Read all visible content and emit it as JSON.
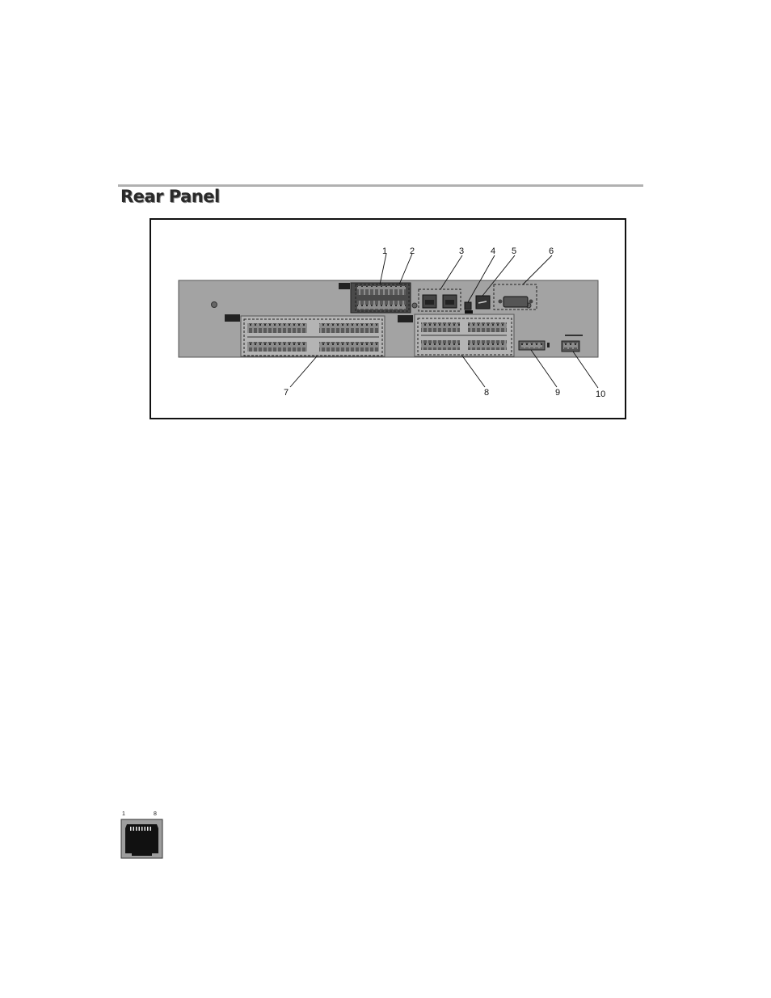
{
  "page": {
    "section_title": "Rear Panel"
  },
  "figure": {
    "callouts": [
      "1",
      "2",
      "3",
      "4",
      "5",
      "6",
      "7",
      "8",
      "9",
      "10"
    ]
  },
  "rj45_diagram": {
    "pin_first": "1",
    "pin_last": "8"
  }
}
